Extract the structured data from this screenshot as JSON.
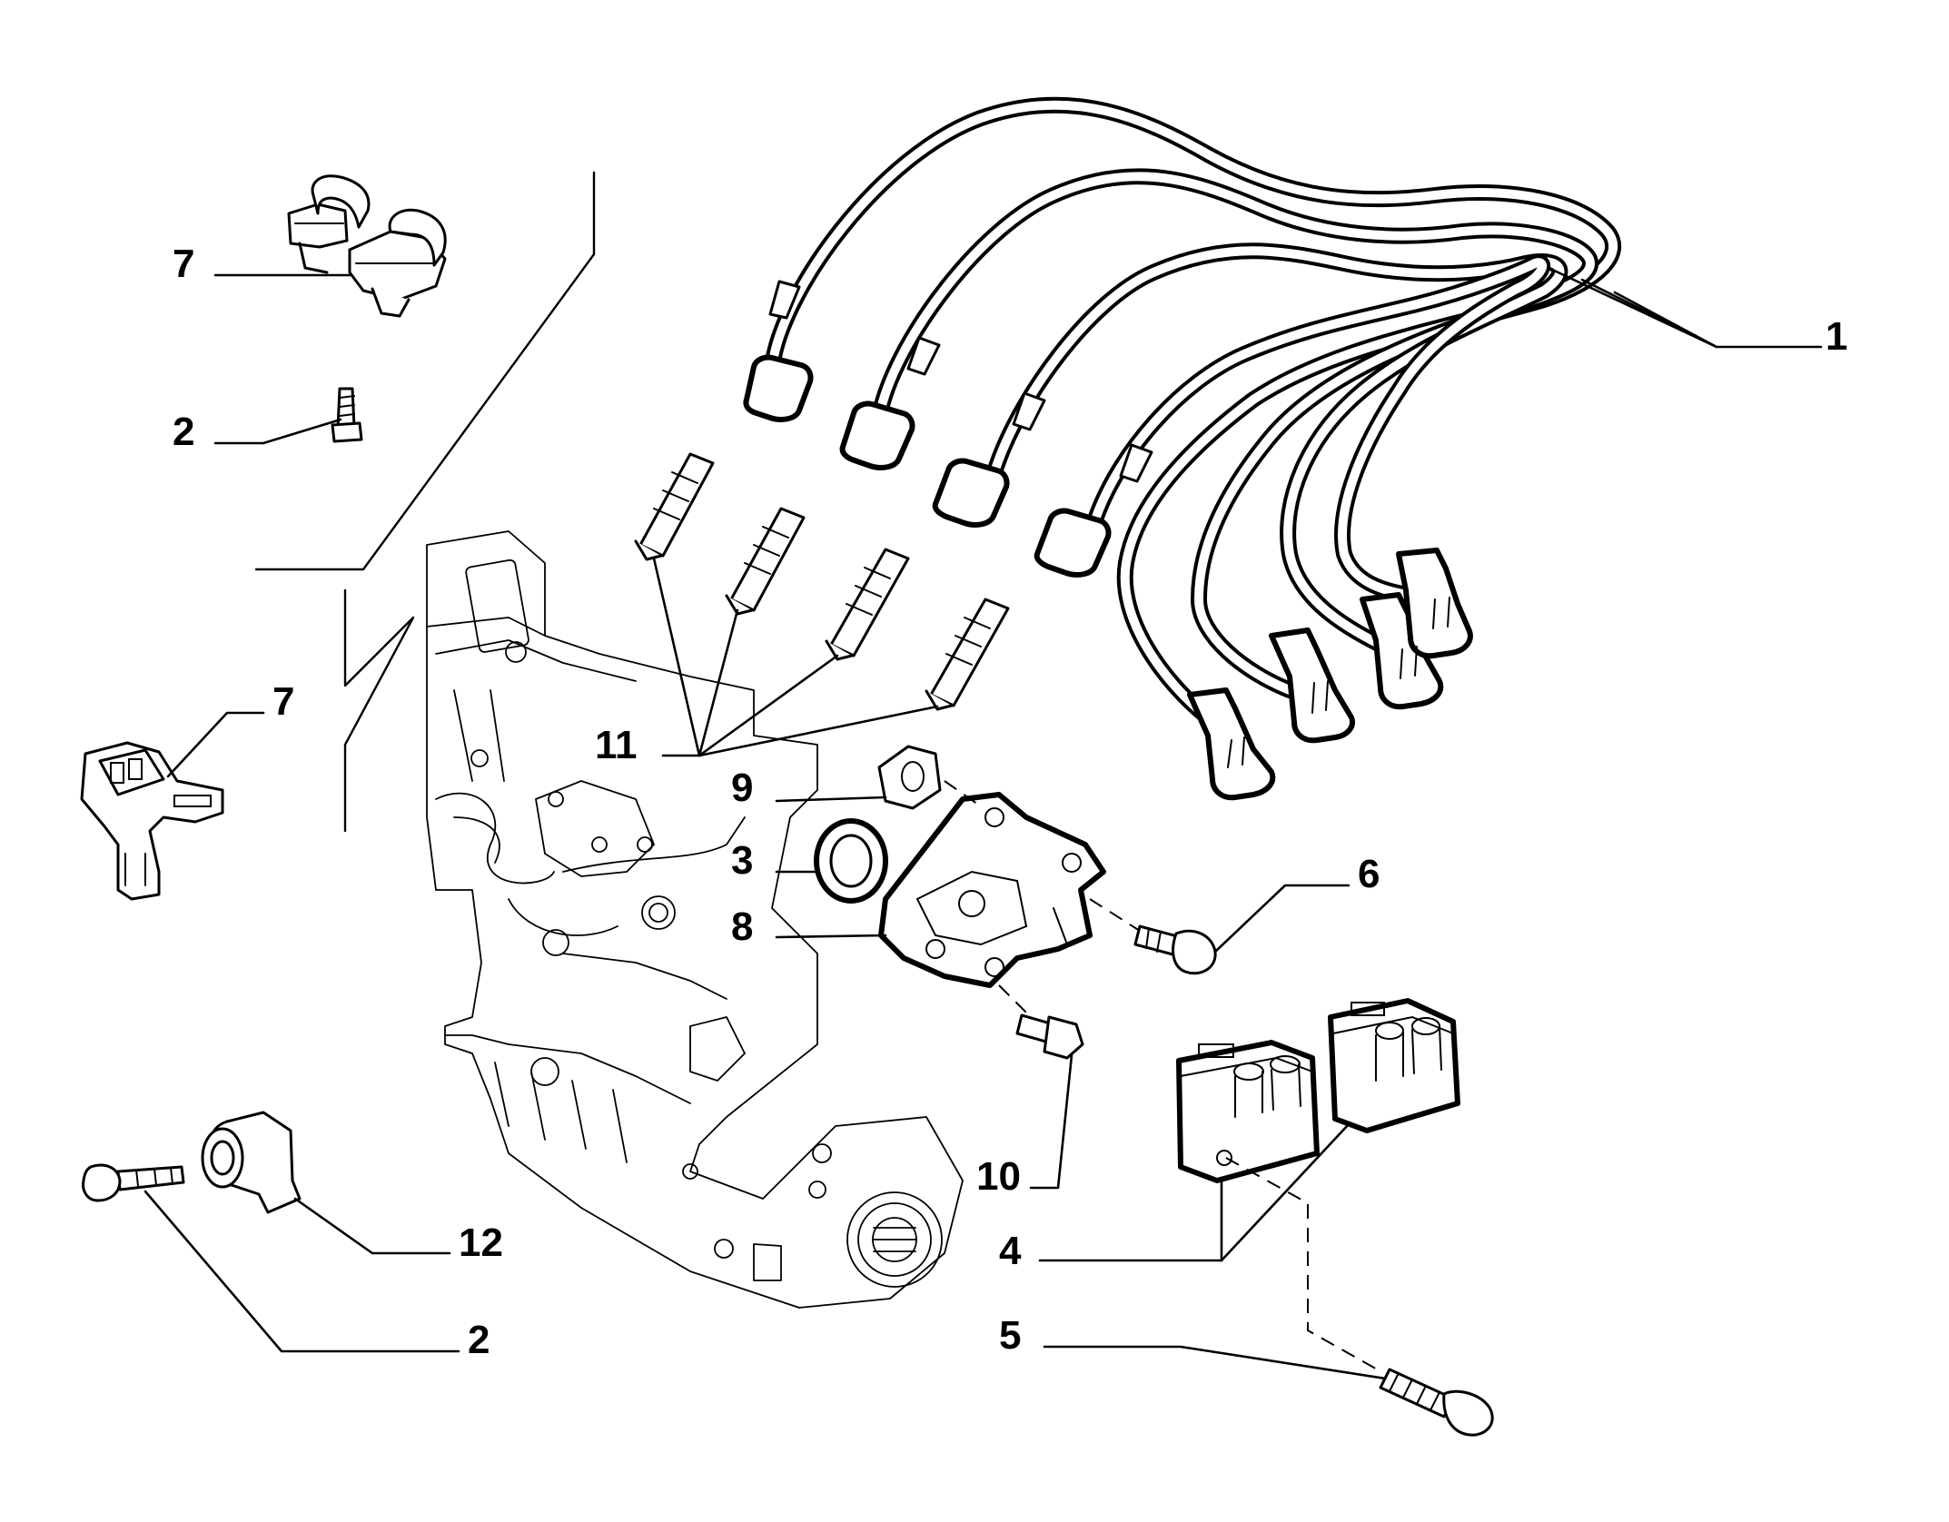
{
  "callouts": {
    "c1": "1",
    "c2_top": "2",
    "c2_bottom": "2",
    "c3": "3",
    "c4": "4",
    "c5": "5",
    "c6": "6",
    "c7_top": "7",
    "c7_mid": "7",
    "c8": "8",
    "c9": "9",
    "c10": "10",
    "c11": "11",
    "c12": "12"
  }
}
